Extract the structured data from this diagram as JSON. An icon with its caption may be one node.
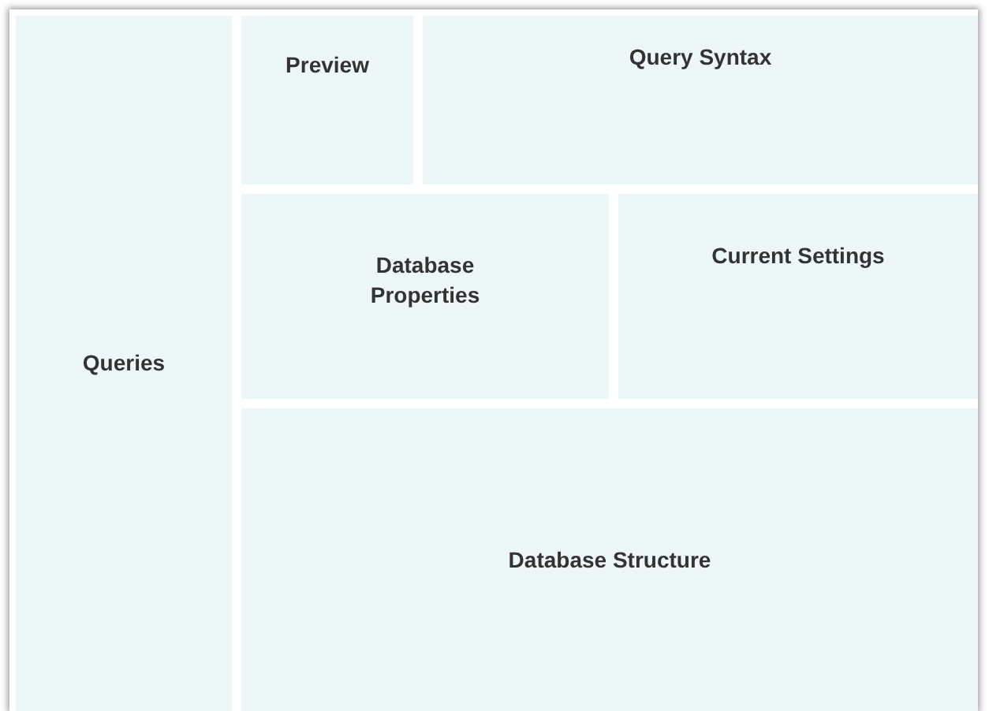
{
  "diagram": {
    "nodes": [
      {
        "text": [
          "Queries"
        ]
      },
      {
        "text": [
          "Preview"
        ]
      },
      {
        "text": [
          "Query Syntax"
        ]
      },
      {
        "text": [
          "Database Properties"
        ]
      },
      {
        "text": [
          "Current Settings"
        ]
      },
      {
        "text": [
          "Database Structure"
        ]
      }
    ]
  }
}
